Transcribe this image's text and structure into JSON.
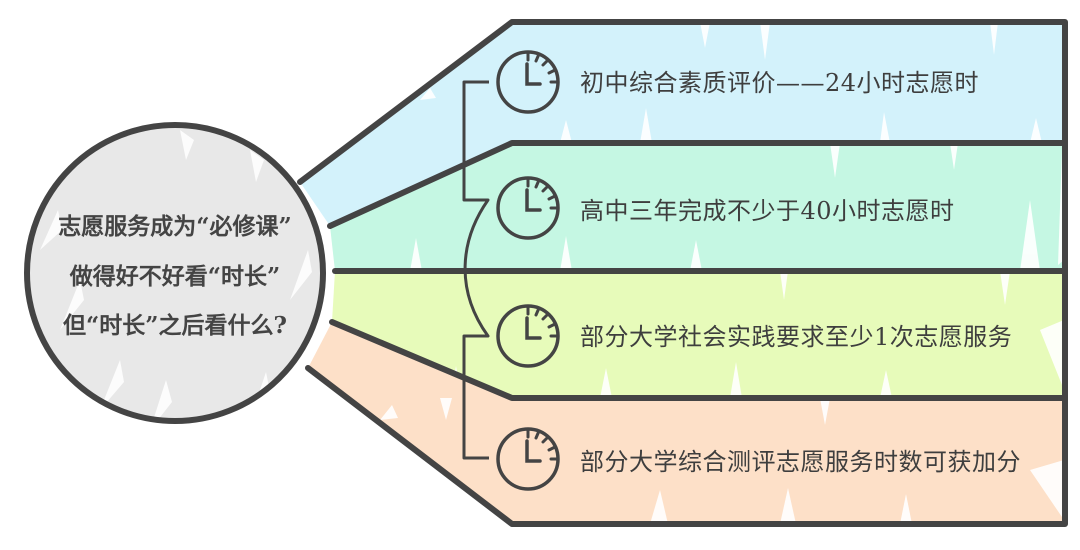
{
  "center_node": {
    "lines": [
      "志愿服务成为“必修课”",
      "做得好不好看“时长”",
      "但“时长”之后看什么?"
    ],
    "fill": "#e8e8e8",
    "stroke": "#444444"
  },
  "branches": [
    {
      "icon": "clock-icon",
      "label": "初中综合素质评价——24小时志愿时",
      "fill": "#d3f2fb"
    },
    {
      "icon": "clock-icon",
      "label": "高中三年完成不少于40小时志愿时",
      "fill": "#c5f7e3"
    },
    {
      "icon": "clock-icon",
      "label": "部分大学社会实践要求至少1次志愿服务",
      "fill": "#e7fbba"
    },
    {
      "icon": "clock-icon",
      "label": "部分大学综合测评志愿服务时数可获加分",
      "fill": "#fde0c8"
    }
  ],
  "colors": {
    "outline": "#444444",
    "text": "#3e3e3e",
    "background": "#ffffff"
  }
}
